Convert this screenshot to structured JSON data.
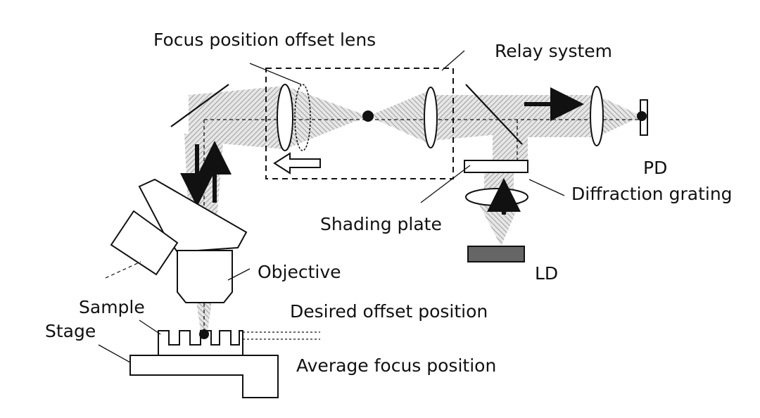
{
  "labels": {
    "focus_offset_lens": "Focus position offset lens",
    "relay_system": "Relay system",
    "pd": "PD",
    "diffraction_grating": "Diffraction grating",
    "shading_plate": "Shading plate",
    "ld": "LD",
    "objective": "Objective",
    "sample": "Sample",
    "stage": "Stage",
    "desired_offset_position": "Desired offset position",
    "average_focus_position": "Average focus position"
  },
  "colors": {
    "line": "#111111",
    "beam_hatch": "#9a9a9a",
    "ld_fill": "#666666",
    "arrow": "#111111"
  }
}
